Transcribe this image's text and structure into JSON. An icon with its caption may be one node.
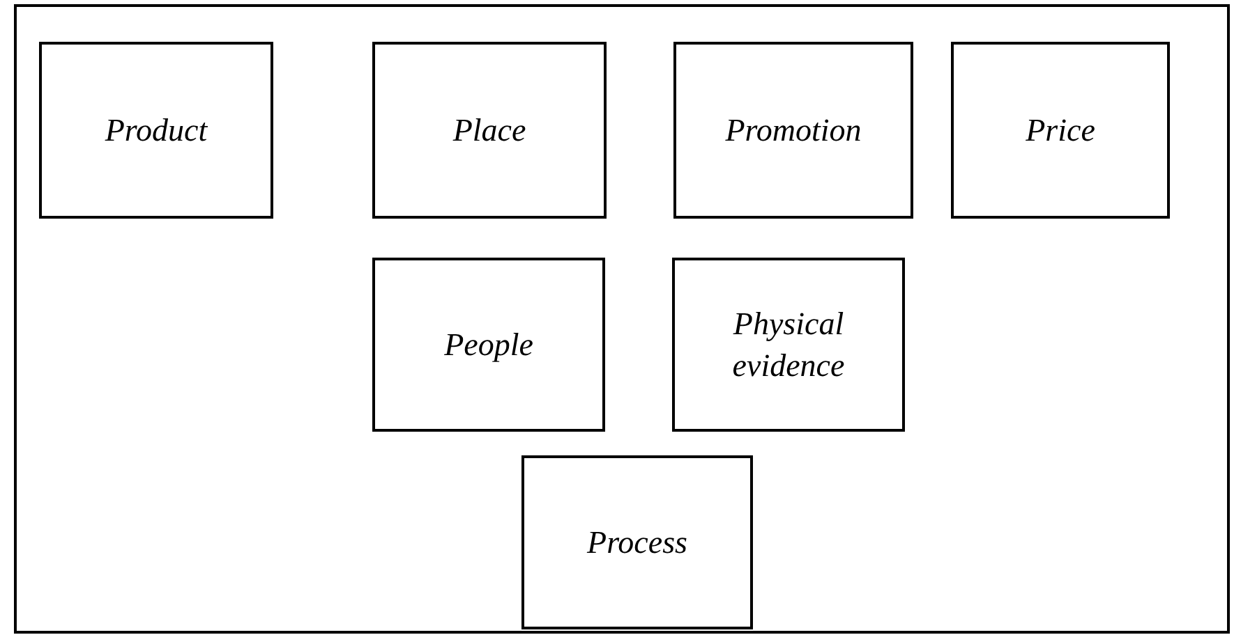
{
  "diagram": {
    "nodes": [
      {
        "text": [],
        "shape": "box"
      },
      {
        "text": [
          "Product"
        ],
        "in": 0
      },
      {
        "text": [
          "Place"
        ],
        "in": 0
      },
      {
        "text": [
          "Promotion"
        ],
        "in": 0
      },
      {
        "text": [
          "Price"
        ],
        "in": 0
      },
      {
        "text": [
          "People"
        ],
        "in": 0
      },
      {
        "text": [
          "Physical evidence"
        ],
        "in": 0
      },
      {
        "text": [
          "Process"
        ],
        "in": 0
      }
    ]
  }
}
